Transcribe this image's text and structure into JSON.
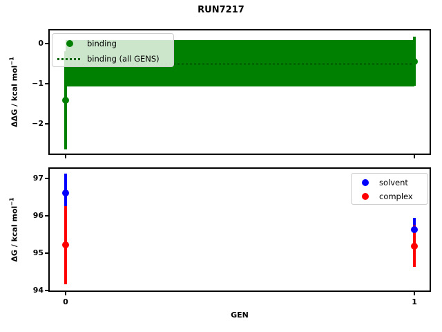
{
  "title": "RUN7217",
  "colors": {
    "binding_green": "#008000",
    "all_gens_darkgreen": "#006400",
    "solvent_blue": "#0000FF",
    "complex_red": "#FF0000",
    "legend_border": "#cccccc",
    "axes": "#000000"
  },
  "chart_data": [
    {
      "type": "errorbar",
      "name": "binding-plot",
      "ylabel": "ΔΔG / kcal mol⁻¹",
      "ylabel_math": "ΔΔG",
      "ylabel_rest": " / kcal mol",
      "ylabel_sup": "−1",
      "xlabel": "",
      "grid": false,
      "xlim": [
        -0.0475,
        1.0455
      ],
      "ylim": [
        -2.768,
        0.353
      ],
      "yticks": [
        {
          "label": "0",
          "value": 0
        },
        {
          "label": "−1",
          "value": -1
        },
        {
          "label": "−2",
          "value": -2
        }
      ],
      "xticks": [
        {
          "label": "",
          "value": 0
        },
        {
          "label": "",
          "value": 1
        }
      ],
      "series": [
        {
          "name": "binding",
          "color": "#008000",
          "points": [
            {
              "x": 0,
              "y": -1.41,
              "yerr": 1.23
            },
            {
              "x": 1,
              "y": -0.44,
              "yerr": 0.62
            }
          ]
        }
      ],
      "band": {
        "name": "binding (all GENS)",
        "color": "#008000",
        "line_color": "#006400",
        "line_style": "dotted",
        "mean": -0.49,
        "err": 0.58,
        "x_start": 0,
        "x_end": 1
      },
      "legend": {
        "position": "upper-left",
        "items": [
          {
            "label": "binding",
            "marker": "circle",
            "color": "#008000"
          },
          {
            "label": "binding (all GENS)",
            "marker": "dotted-line",
            "color": "#006400"
          }
        ]
      }
    },
    {
      "type": "errorbar",
      "name": "dg-plot",
      "ylabel": "ΔG / kcal mol⁻¹",
      "ylabel_math": "ΔG",
      "ylabel_rest": " / kcal mol",
      "ylabel_sup": "−1",
      "xlabel": "GEN",
      "grid": false,
      "xlim": [
        -0.0475,
        1.0455
      ],
      "ylim": [
        93.977,
        97.287
      ],
      "yticks": [
        {
          "label": "97",
          "value": 97
        },
        {
          "label": "96",
          "value": 96
        },
        {
          "label": "95",
          "value": 95
        },
        {
          "label": "94",
          "value": 94
        }
      ],
      "xticks": [
        {
          "label": "0",
          "value": 0
        },
        {
          "label": "1",
          "value": 1
        }
      ],
      "series": [
        {
          "name": "solvent",
          "color": "#0000FF",
          "points": [
            {
              "x": 0,
              "y": 96.61,
              "yerr": 0.53
            },
            {
              "x": 1,
              "y": 95.64,
              "yerr": 0.31
            }
          ]
        },
        {
          "name": "complex",
          "color": "#FF0000",
          "points": [
            {
              "x": 0,
              "y": 95.22,
              "yerr": 1.05
            },
            {
              "x": 1,
              "y": 95.18,
              "yerr": 0.56
            }
          ]
        }
      ],
      "legend": {
        "position": "upper-right",
        "items": [
          {
            "label": "solvent",
            "marker": "circle",
            "color": "#0000FF"
          },
          {
            "label": "complex",
            "marker": "circle",
            "color": "#FF0000"
          }
        ]
      }
    }
  ]
}
